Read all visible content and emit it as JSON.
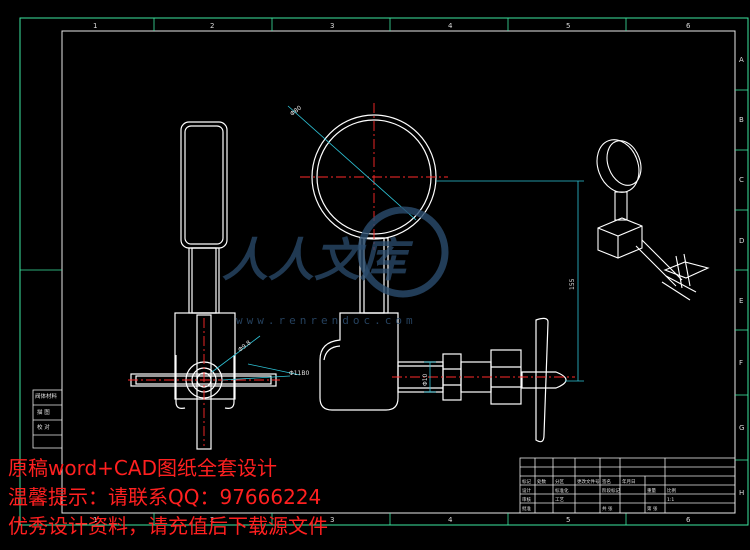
{
  "sheet": {
    "zones_top": [
      "1",
      "2",
      "3",
      "4",
      "5",
      "6"
    ],
    "zones_bottom": [
      "1",
      "2",
      "3",
      "4",
      "5",
      "6"
    ],
    "zones_side": [
      "A",
      "B",
      "C",
      "D",
      "E",
      "F",
      "G",
      "H"
    ]
  },
  "dimensions": {
    "gauge_dia": "Φ80",
    "height": "155",
    "nut_dia": "Φ9.8",
    "bore_dia": "Φ11B0",
    "stem_dia": "Φ10"
  },
  "watermark": {
    "logo_text": "人人文库",
    "url": "www.renrendoc.com"
  },
  "side_labels": [
    "阀体材料",
    "描 图",
    "校 对"
  ],
  "title_block": {
    "cells": [
      "标记",
      "处数",
      "分区",
      "更改文件号",
      "签名",
      "年月日",
      "设计",
      "标准化",
      "阶段标记",
      "重量",
      "比例",
      "审核",
      "工艺",
      "批准",
      "共 张",
      "第 张",
      "1:1"
    ]
  },
  "overlay": {
    "line1": "原稿word+CAD图纸全套设计",
    "line2": "温馨提示：请联系QQ：97666224",
    "line3": "优秀设计资料，请充值后下载源文件"
  },
  "colors": {
    "background": "#000000",
    "line": "#ffffff",
    "frame": "#3ce6a0",
    "center_line": "#ff2a2a",
    "dimension": "#2ec4d8",
    "overlay_text": "#ff2020",
    "watermark": "#2b4c6e"
  }
}
